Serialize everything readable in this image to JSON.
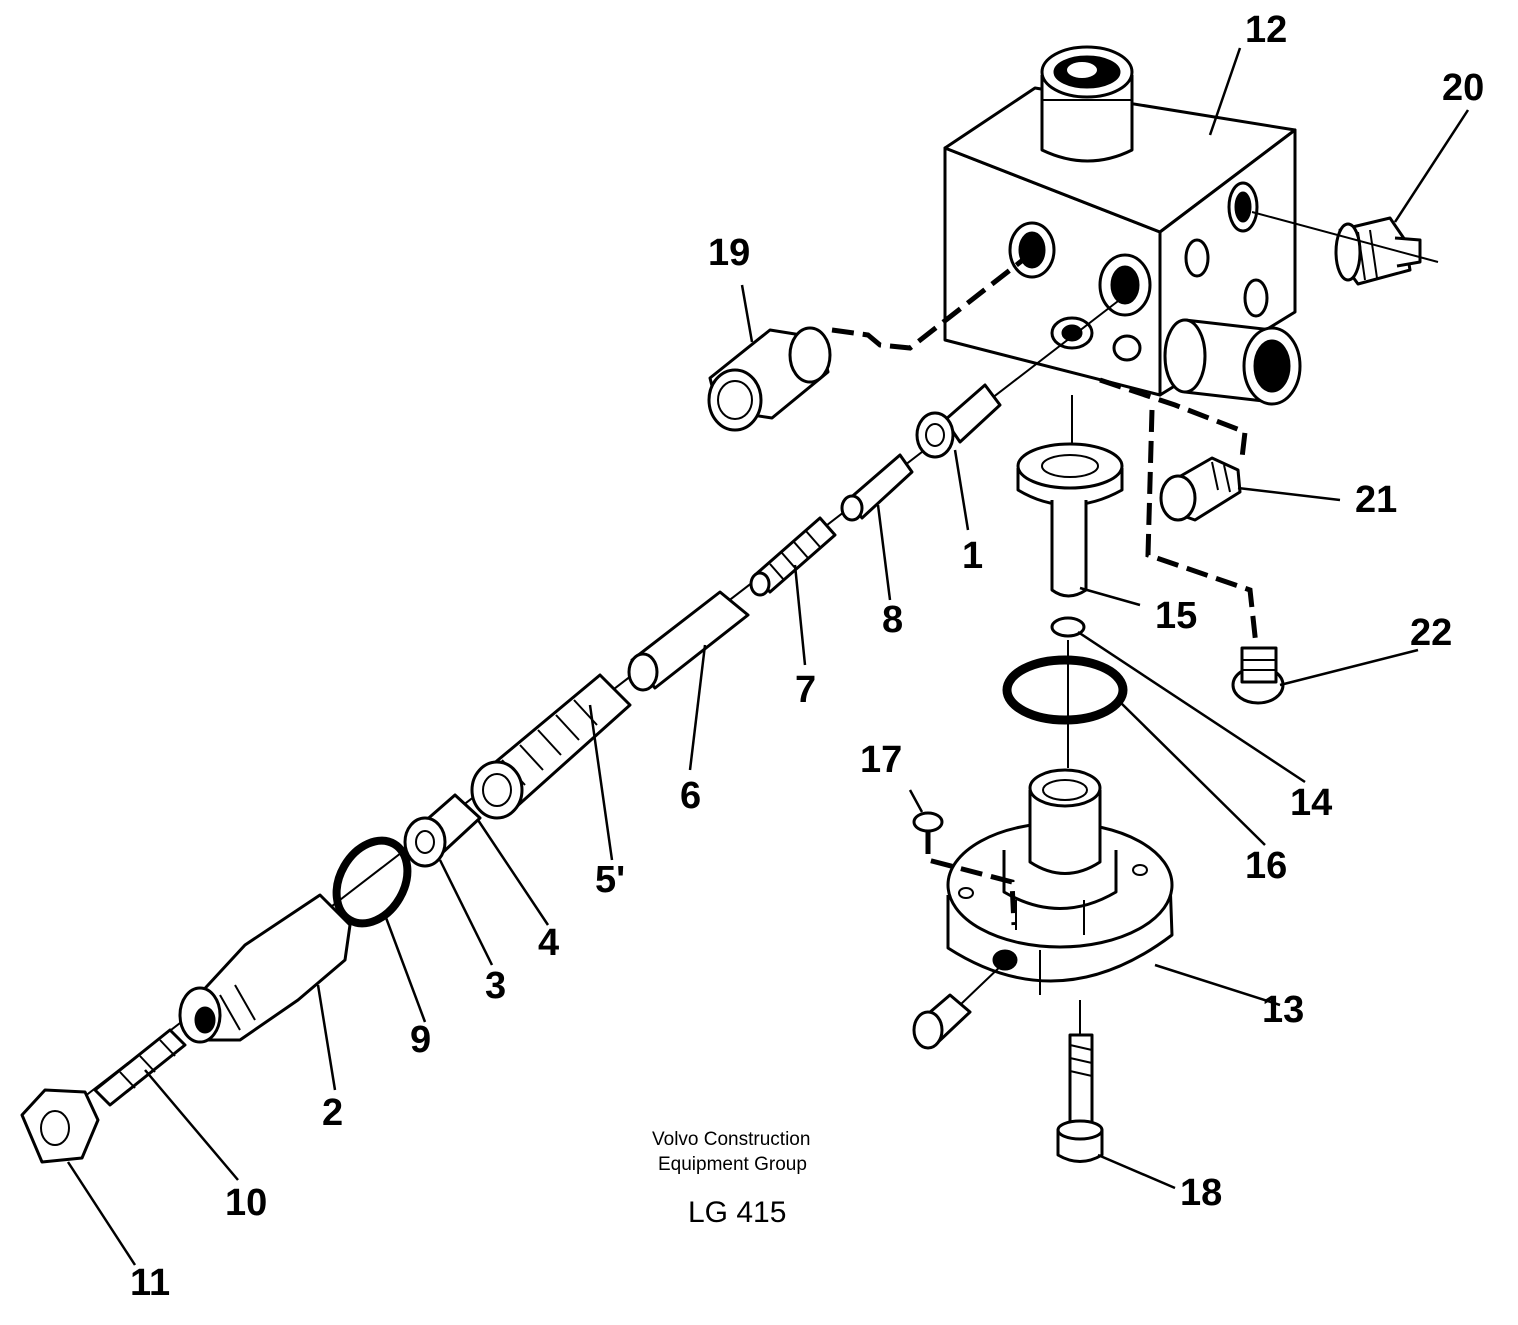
{
  "callouts": {
    "c1": "1",
    "c2": "2",
    "c3": "3",
    "c4": "4",
    "c5": "5'",
    "c6": "6",
    "c7": "7",
    "c8": "8",
    "c9": "9",
    "c10": "10",
    "c11": "11",
    "c12": "12",
    "c13": "13",
    "c14": "14",
    "c15": "15",
    "c16": "16",
    "c17": "17",
    "c18": "18",
    "c19": "19",
    "c20": "20",
    "c21": "21",
    "c22": "22"
  },
  "footer": {
    "company_line1": "Volvo Construction",
    "company_line2": "Equipment Group",
    "drawing_number": "LG 415"
  }
}
